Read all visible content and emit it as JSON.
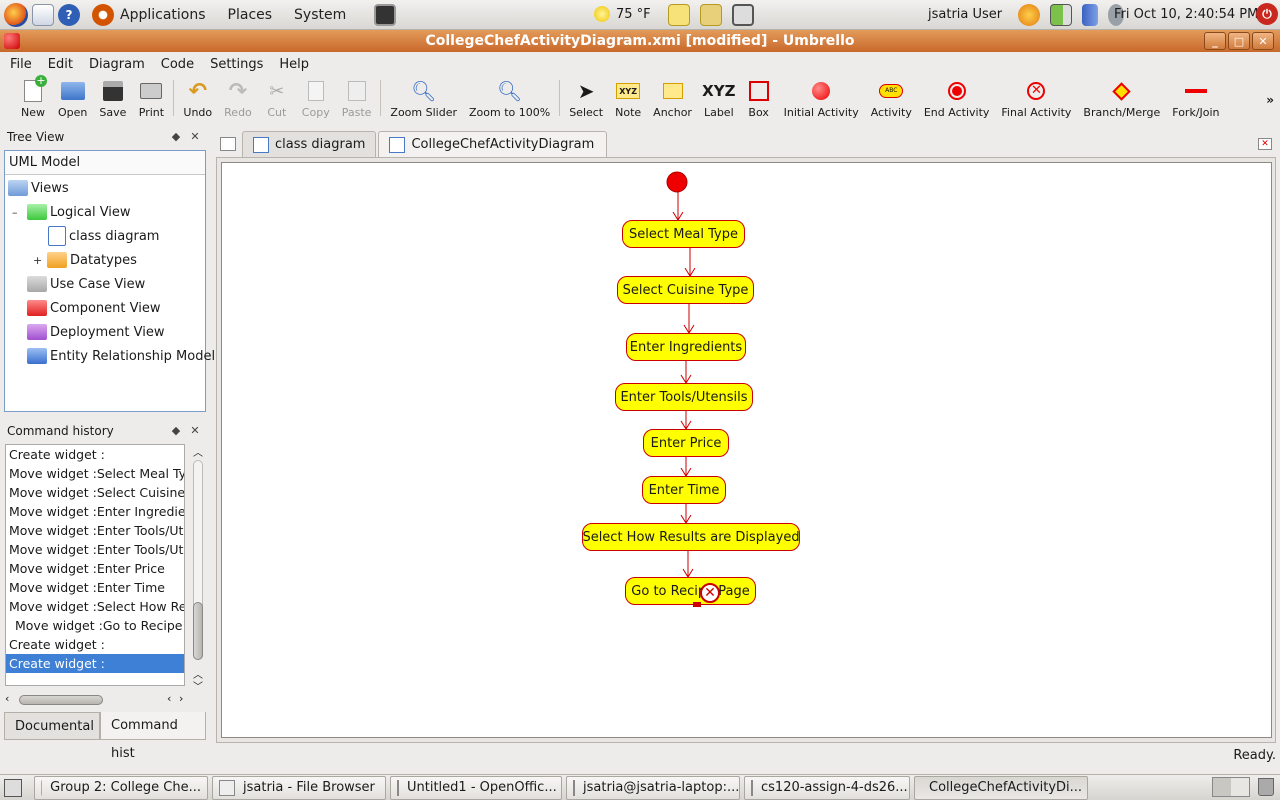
{
  "top_panel": {
    "menus": [
      "Applications",
      "Places",
      "System"
    ],
    "weather": "75 °F",
    "user": "jsatria User",
    "clock": "Fri Oct 10,  2:40:54 PM"
  },
  "window": {
    "title": "CollegeChefActivityDiagram.xmi [modified] - Umbrello"
  },
  "menubar": [
    "File",
    "Edit",
    "Diagram",
    "Code",
    "Settings",
    "Help"
  ],
  "toolbar": {
    "new": "New",
    "open": "Open",
    "save": "Save",
    "print": "Print",
    "undo": "Undo",
    "redo": "Redo",
    "cut": "Cut",
    "copy": "Copy",
    "paste": "Paste",
    "zoom_slider": "Zoom Slider",
    "zoom_100": "Zoom to 100%",
    "select": "Select",
    "note": "Note",
    "anchor": "Anchor",
    "label": "Label",
    "box": "Box",
    "initial_activity": "Initial Activity",
    "activity": "Activity",
    "end_activity": "End Activity",
    "final_activity": "Final Activity",
    "branch_merge": "Branch/Merge",
    "fork_join": "Fork/Join",
    "overflow": "»"
  },
  "tree_view": {
    "title": "Tree View",
    "header": "UML Model",
    "items": [
      "Views",
      "Logical View",
      "class diagram",
      "Datatypes",
      "Use Case View",
      "Component View",
      "Deployment View",
      "Entity Relationship Model"
    ]
  },
  "command_history": {
    "title": "Command history",
    "rows": [
      "Create widget :",
      "Move widget :Select Meal Type",
      "Move widget :Select Cuisine Type",
      "Move widget :Enter Ingredients",
      "Move widget :Enter Tools/Utensils",
      "Move widget :Enter Tools/Utensils",
      "Move widget :Enter Price",
      "Move widget :Enter Time",
      "Move widget :Select How Results are Displayed",
      "Move widget :Go to Recipe Page",
      "Create widget :",
      "Create widget :"
    ]
  },
  "bottom_tabs": [
    "Documental",
    "Command hist"
  ],
  "doc_tabs": [
    "class diagram",
    "CollegeChefActivityDiagram"
  ],
  "activities": [
    "Select Meal Type",
    "Select Cuisine Type",
    "Enter Ingredients",
    "Enter Tools/Utensils",
    "Enter Price",
    "Enter Time",
    "Select How Results are Displayed",
    "Go to Recipe Page"
  ],
  "status": "Ready.",
  "taskbar": [
    "Group 2: College Che...",
    "jsatria - File Browser",
    "Untitled1 - OpenOffic...",
    "jsatria@jsatria-laptop:...",
    "cs120-assign-4-ds26....",
    "CollegeChefActivityDi..."
  ],
  "colors": {
    "activity_fill": "#ffff00",
    "activity_border": "#cc0000",
    "selection": "#3e80d6",
    "titlebar": "#c8682b"
  }
}
